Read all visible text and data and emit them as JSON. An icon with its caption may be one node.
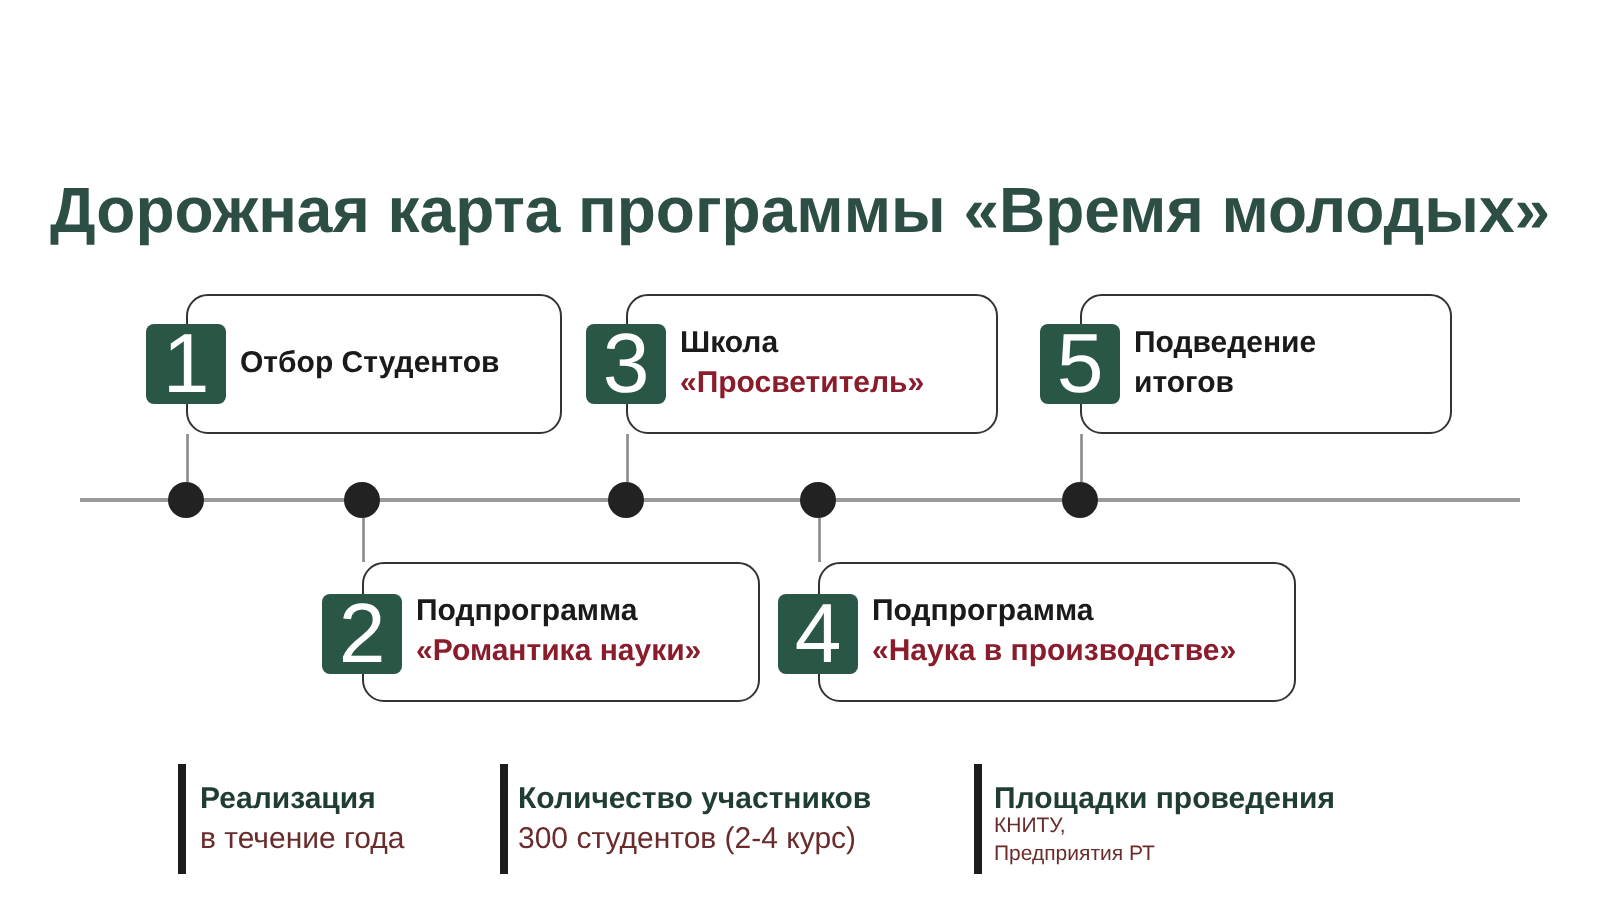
{
  "diagram": {
    "title": "Дорожная карта программы «Время молодых»",
    "nodes": [
      {
        "text": [
          "1"
        ]
      },
      {
        "text": [
          "Отбор Студентов"
        ]
      },
      {
        "text": [
          "2"
        ]
      },
      {
        "text": [
          "Подпрограмма",
          "«Романтика науки»"
        ]
      },
      {
        "text": [
          "3"
        ]
      },
      {
        "text": [
          "Школа",
          "«Просветитель»"
        ]
      },
      {
        "text": [
          "4"
        ]
      },
      {
        "text": [
          "Подпрограмма",
          "«Наука в производстве»"
        ]
      },
      {
        "text": [
          "5"
        ]
      },
      {
        "text": [
          "Подведение итогов"
        ]
      },
      {
        "text": [],
        "shape": "circle"
      },
      {
        "text": [],
        "shape": "circle"
      },
      {
        "text": [],
        "shape": "circle"
      },
      {
        "text": [],
        "shape": "circle"
      },
      {
        "text": [],
        "shape": "circle"
      }
    ],
    "edges": [
      {
        "from": 10,
        "to": 1,
        "arrow": "none"
      },
      {
        "from": 11,
        "to": 3,
        "arrow": "none"
      },
      {
        "from": 12,
        "to": 5,
        "arrow": "none"
      },
      {
        "from": 13,
        "to": 7,
        "arrow": "none"
      },
      {
        "from": 14,
        "to": 9,
        "arrow": "none"
      }
    ],
    "labels": [
      "Реализация",
      "в течение года",
      "Количество участников",
      "300 студентов (2-4 курс)",
      "Площадки проведения",
      "КНИТУ, Предприятия РТ"
    ]
  }
}
